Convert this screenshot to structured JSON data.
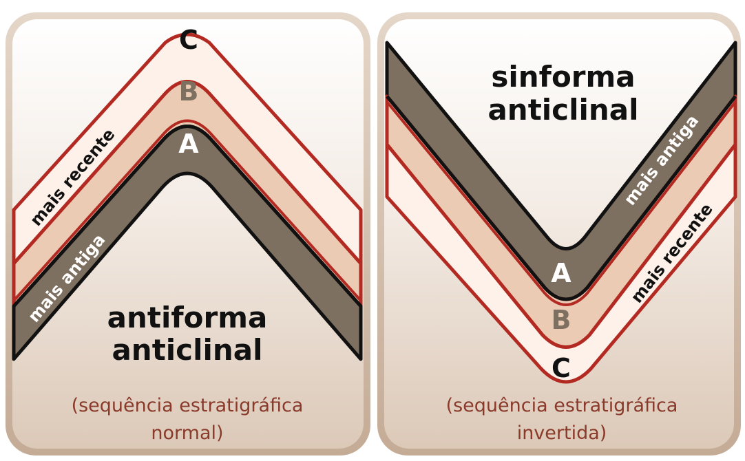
{
  "left_panel": {
    "title_line1": "antiforma",
    "title_line2": "anticlinal",
    "note_line1": "(sequência estratigráfica",
    "note_line2": "normal)",
    "layer_c": "C",
    "layer_b": "B",
    "layer_a": "A",
    "label_recent": "mais recente",
    "label_old": "mais antiga"
  },
  "right_panel": {
    "title_line1": "sinforma",
    "title_line2": "anticlinal",
    "note_line1": "(sequência estratigráfica",
    "note_line2": "invertida)",
    "layer_a": "A",
    "layer_b": "B",
    "layer_c": "C",
    "label_old": "mais antiga",
    "label_recent": "mais recente"
  },
  "colors": {
    "panel_top": "#ffffff",
    "panel_bottom": "#dcc9b8",
    "panel_border": "#c9b39f",
    "layer_c": "#fdf1ea",
    "layer_b": "#ebcbb4",
    "layer_a": "#7e7060",
    "outline_red": "#b22a22",
    "outline_black": "#111111",
    "note_text": "#8a3a2a"
  }
}
